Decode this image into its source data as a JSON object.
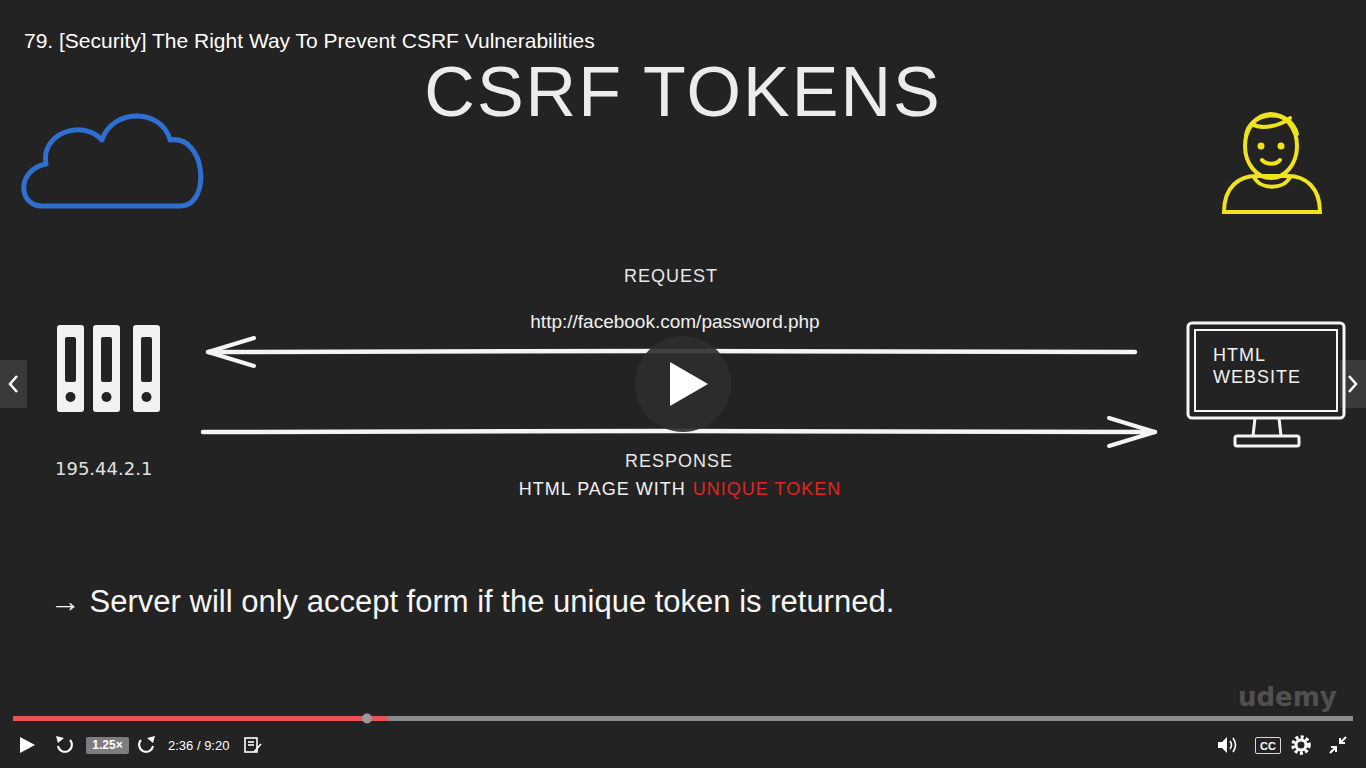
{
  "diagram": {
    "title": "CSRF TOKENS",
    "nodes": [
      {
        "text": [
          "195.44.2.1"
        ]
      },
      {
        "text": [
          "HTML WEBSITE"
        ]
      },
      {
        "text": [
          "1.25×"
        ]
      },
      {
        "text": [
          "CC"
        ]
      }
    ],
    "edges": [
      {
        "from": 1,
        "to": 0,
        "arrow": "to",
        "label": "REQUEST"
      },
      {
        "from": 0,
        "to": 1,
        "arrow": "to",
        "label": "RESPONSE"
      }
    ],
    "labels": [
      "79. [Security] The Right Way To Prevent CSRF Vulnerabilities",
      "http://facebook.com/password.php",
      "HTML PAGE WITH",
      "UNIQUE TOKEN",
      "→ Server will only accept form if the unique token is returned.",
      "2:36 / 9:20",
      "udemy"
    ]
  }
}
